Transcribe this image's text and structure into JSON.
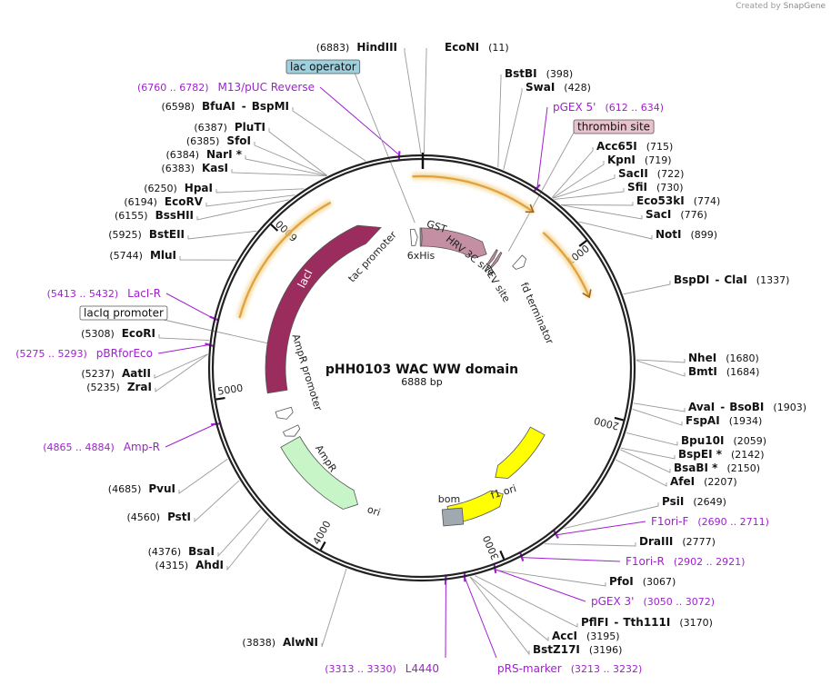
{
  "credit": {
    "prefix": "Created by",
    "brand": "SnapGene"
  },
  "plasmid": {
    "name": "pHH0103 WAC WW domain",
    "size": "6888 bp"
  },
  "ticks": [
    {
      "label": "1000",
      "pos": 1000
    },
    {
      "label": "2000",
      "pos": 2000
    },
    {
      "label": "3000",
      "pos": 3000
    },
    {
      "label": "4000",
      "pos": 4000
    },
    {
      "label": "5000",
      "pos": 5000
    },
    {
      "label": "6000",
      "pos": 6000
    }
  ],
  "site_labels": [
    {
      "id": "hindiii",
      "name": "HindIII",
      "coord": "(6883)",
      "side": "L",
      "pos": 6883
    },
    {
      "id": "econi",
      "name": "EcoNI",
      "coord": "(11)",
      "side": "R",
      "pos": 11
    },
    {
      "id": "bstbi",
      "name": "BstBI",
      "coord": "(398)",
      "side": "R",
      "pos": 398
    },
    {
      "id": "swai",
      "name": "SwaI",
      "coord": "(428)",
      "side": "R",
      "pos": 428
    },
    {
      "id": "acc65i",
      "name": "Acc65I",
      "coord": "(715)",
      "side": "R",
      "pos": 715
    },
    {
      "id": "kpni",
      "name": "KpnI",
      "coord": "(719)",
      "side": "R",
      "pos": 719
    },
    {
      "id": "sacii",
      "name": "SacII",
      "coord": "(722)",
      "side": "R",
      "pos": 722
    },
    {
      "id": "sfii",
      "name": "SfiI",
      "coord": "(730)",
      "side": "R",
      "pos": 730
    },
    {
      "id": "eco53ki",
      "name": "Eco53kI",
      "coord": "(774)",
      "side": "R",
      "pos": 774
    },
    {
      "id": "saci",
      "name": "SacI",
      "coord": "(776)",
      "side": "R",
      "pos": 776
    },
    {
      "id": "noti",
      "name": "NotI",
      "coord": "(899)",
      "side": "R",
      "pos": 899
    },
    {
      "id": "bspdi",
      "name": "BspDI",
      "name2": "ClaI",
      "coord": "(1337)",
      "side": "R",
      "pos": 1337
    },
    {
      "id": "nhei",
      "name": "NheI",
      "coord": "(1680)",
      "side": "R",
      "pos": 1680
    },
    {
      "id": "bmti",
      "name": "BmtI",
      "coord": "(1684)",
      "side": "R",
      "pos": 1684
    },
    {
      "id": "avai",
      "name": "AvaI",
      "name2": "BsoBI",
      "coord": "(1903)",
      "side": "R",
      "pos": 1903
    },
    {
      "id": "fspai",
      "name": "FspAI",
      "coord": "(1934)",
      "side": "R",
      "pos": 1934
    },
    {
      "id": "bpu10i",
      "name": "Bpu10I",
      "coord": "(2059)",
      "side": "R",
      "pos": 2059
    },
    {
      "id": "bspei",
      "name": "BspEI *",
      "coord": "(2142)",
      "side": "R",
      "pos": 2142
    },
    {
      "id": "bsabi",
      "name": "BsaBI *",
      "coord": "(2150)",
      "side": "R",
      "pos": 2150
    },
    {
      "id": "afei",
      "name": "AfeI",
      "coord": "(2207)",
      "side": "R",
      "pos": 2207
    },
    {
      "id": "psii",
      "name": "PsiI",
      "coord": "(2649)",
      "side": "R",
      "pos": 2649
    },
    {
      "id": "draiii",
      "name": "DraIII",
      "coord": "(2777)",
      "side": "R",
      "pos": 2777
    },
    {
      "id": "pfoi",
      "name": "PfoI",
      "coord": "(3067)",
      "side": "R",
      "pos": 3067
    },
    {
      "id": "pflfi",
      "name": "PflFI",
      "name2": "Tth111I",
      "coord": "(3170)",
      "side": "R",
      "pos": 3170
    },
    {
      "id": "acci",
      "name": "AccI",
      "coord": "(3195)",
      "side": "R",
      "pos": 3195
    },
    {
      "id": "bstz17i",
      "name": "BstZ17I",
      "coord": "(3196)",
      "side": "R",
      "pos": 3196
    },
    {
      "id": "alwni",
      "name": "AlwNI",
      "coord": "(3838)",
      "side": "L",
      "pos": 3838
    },
    {
      "id": "ahdi",
      "name": "AhdI",
      "coord": "(4315)",
      "side": "L",
      "pos": 4315
    },
    {
      "id": "bsai",
      "name": "BsaI",
      "coord": "(4376)",
      "side": "L",
      "pos": 4376
    },
    {
      "id": "psti",
      "name": "PstI",
      "coord": "(4560)",
      "side": "L",
      "pos": 4560
    },
    {
      "id": "pvui",
      "name": "PvuI",
      "coord": "(4685)",
      "side": "L",
      "pos": 4685
    },
    {
      "id": "zrai",
      "name": "ZraI",
      "coord": "(5235)",
      "side": "L",
      "pos": 5235
    },
    {
      "id": "aatii",
      "name": "AatII",
      "coord": "(5237)",
      "side": "L",
      "pos": 5237
    },
    {
      "id": "ecori",
      "name": "EcoRI",
      "coord": "(5308)",
      "side": "L",
      "pos": 5308
    },
    {
      "id": "mlui",
      "name": "MluI",
      "coord": "(5744)",
      "side": "L",
      "pos": 5744
    },
    {
      "id": "bsteii",
      "name": "BstEII",
      "coord": "(5925)",
      "side": "L",
      "pos": 5925
    },
    {
      "id": "bsshii",
      "name": "BssHII",
      "coord": "(6155)",
      "side": "L",
      "pos": 6155
    },
    {
      "id": "ecorv",
      "name": "EcoRV",
      "coord": "(6194)",
      "side": "L",
      "pos": 6194
    },
    {
      "id": "hpai",
      "name": "HpaI",
      "coord": "(6250)",
      "side": "L",
      "pos": 6250
    },
    {
      "id": "kasi",
      "name": "KasI",
      "coord": "(6383)",
      "side": "L",
      "pos": 6383
    },
    {
      "id": "nari",
      "name": "NarI *",
      "coord": "(6384)",
      "side": "L",
      "pos": 6384
    },
    {
      "id": "sfoi",
      "name": "SfoI",
      "coord": "(6385)",
      "side": "L",
      "pos": 6385
    },
    {
      "id": "pluti",
      "name": "PluTI",
      "coord": "(6387)",
      "side": "L",
      "pos": 6387
    },
    {
      "id": "bfuai",
      "name": "BfuAI",
      "name2": "BspMI",
      "coord": "(6598)",
      "side": "L",
      "pos": 6598
    }
  ],
  "primer_labels": [
    {
      "id": "m13-puc-reverse",
      "name": "M13/pUC Reverse",
      "coord": "(6760 .. 6782)",
      "side": "L",
      "pos": 6771
    },
    {
      "id": "pgex5",
      "name": "pGEX 5'",
      "coord": "(612 .. 634)",
      "side": "R",
      "pos": 623
    },
    {
      "id": "laci-r",
      "name": "LacI-R",
      "coord": "(5413 .. 5432)",
      "side": "L",
      "pos": 5422
    },
    {
      "id": "pbrforeco",
      "name": "pBRforEco",
      "coord": "(5275 .. 5293)",
      "side": "L",
      "pos": 5284
    },
    {
      "id": "amp-r",
      "name": "Amp-R",
      "coord": "(4865 .. 4884)",
      "side": "L",
      "pos": 4874
    },
    {
      "id": "f1ori-f",
      "name": "F1ori-F",
      "coord": "(2690 .. 2711)",
      "side": "R",
      "pos": 2700
    },
    {
      "id": "f1ori-r",
      "name": "F1ori-R",
      "coord": "(2902 .. 2921)",
      "side": "R",
      "pos": 2911
    },
    {
      "id": "pgex3",
      "name": "pGEX 3'",
      "coord": "(3050 .. 3072)",
      "side": "R",
      "pos": 3061
    },
    {
      "id": "prs-marker",
      "name": "pRS-marker",
      "coord": "(3213 .. 3232)",
      "side": "B",
      "pos": 3222
    },
    {
      "id": "l4440",
      "name": "L4440",
      "coord": "(3313 .. 3330)",
      "side": "B",
      "pos": 3321
    }
  ],
  "boxed_labels": [
    {
      "id": "lac-operator",
      "name": "lac operator",
      "color": "#9ed0de",
      "pos": 6835
    },
    {
      "id": "thrombin-site",
      "name": "thrombin site",
      "color": "#e8c2cc",
      "pos": 700
    },
    {
      "id": "laciq-promoter",
      "name": "lacIq promoter",
      "color": "#ffffff",
      "pos": 5340
    }
  ],
  "features": [
    {
      "id": "laci",
      "name": "lacI",
      "color": "#9b2d5e"
    },
    {
      "id": "tac-promoter",
      "name": "tac promoter",
      "color": "#ffffff"
    },
    {
      "id": "sixhis",
      "name": "6xHis",
      "color": "#9b9b9b"
    },
    {
      "id": "gst",
      "name": "GST",
      "color": "#c48fa3"
    },
    {
      "id": "hrv3c",
      "name": "HRV 3C site",
      "color": "#c48fa3"
    },
    {
      "id": "tev",
      "name": "TEV site",
      "color": "#c48fa3"
    },
    {
      "id": "fd-terminator",
      "name": "fd terminator",
      "color": "#ffffff"
    },
    {
      "id": "ampr-promoter",
      "name": "AmpR promoter",
      "color": "#ffffff"
    },
    {
      "id": "ampr",
      "name": "AmpR",
      "color": "#c8f5c8"
    },
    {
      "id": "ori",
      "name": "ori",
      "color": "#ffff00"
    },
    {
      "id": "bom",
      "name": "bom",
      "color": "#a0a8b0"
    },
    {
      "id": "f1ori",
      "name": "f1 ori",
      "color": "#ffff00"
    }
  ],
  "colors": {
    "primer": "#a020d0",
    "orf": "#e0a040",
    "backbone": "#222222"
  }
}
